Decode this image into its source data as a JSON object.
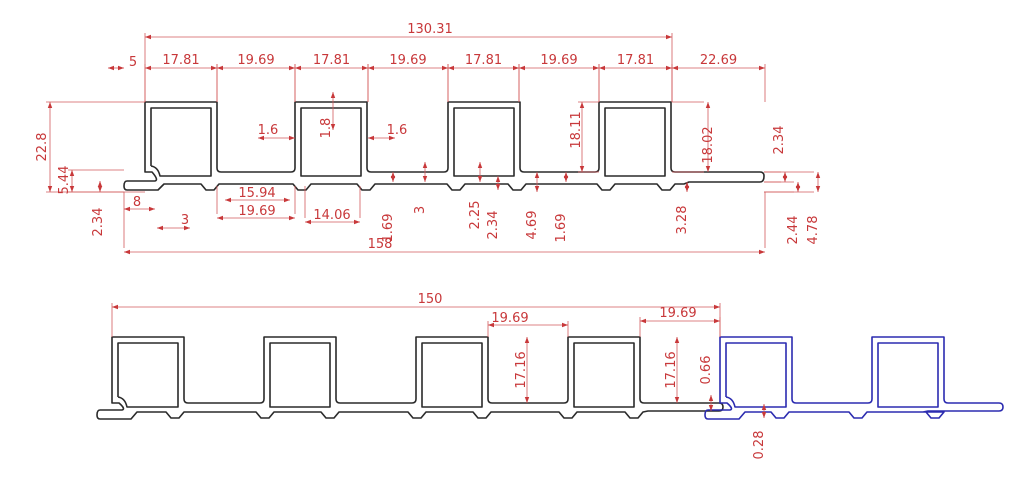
{
  "colors": {
    "profile": "#2a2a2a",
    "profile_copy": "#2b2bb0",
    "dimension": "#c8383a"
  },
  "top_view": {
    "overall_box_span": "130.31",
    "left_offset": "5",
    "box_width_1": "17.81",
    "gap_1": "19.69",
    "box_width_2": "17.81",
    "gap_2": "19.69",
    "box_width_3": "17.81",
    "gap_3": "19.69",
    "box_width_4": "17.81",
    "right_overhang": "22.69",
    "total_width": "158",
    "height": "22.8",
    "lip_height": "5.44",
    "lip_thickness": "2.34",
    "wall_thickness_left": "1.6",
    "wall_thickness_right": "1.6",
    "top_thickness": "1.8",
    "groove_inner": "15.94",
    "groove_pitch": "19.69",
    "groove_flat": "14.06",
    "lip_length": "8",
    "lip_offset": "3",
    "web_gap_a": "1.69",
    "web_thickness": "3",
    "inner_bottom": "2.25",
    "groove_depth": "2.34",
    "base_thickness": "4.69",
    "web_gap_b": "1.69",
    "inner_height_left": "18.11",
    "inner_height_right": "18.02",
    "end_thickness_right": "3.28",
    "tongue_top": "2.34",
    "tongue_bottom": "2.44",
    "tongue_total": "4.78"
  },
  "bottom_view": {
    "installed_pitch": "150",
    "gap_a": "19.69",
    "gap_b": "19.69",
    "slot_height_a": "17.16",
    "slot_height_b": "17.16",
    "joint_gap_vertical": "0.66",
    "joint_gap_horizontal": "0.28"
  }
}
